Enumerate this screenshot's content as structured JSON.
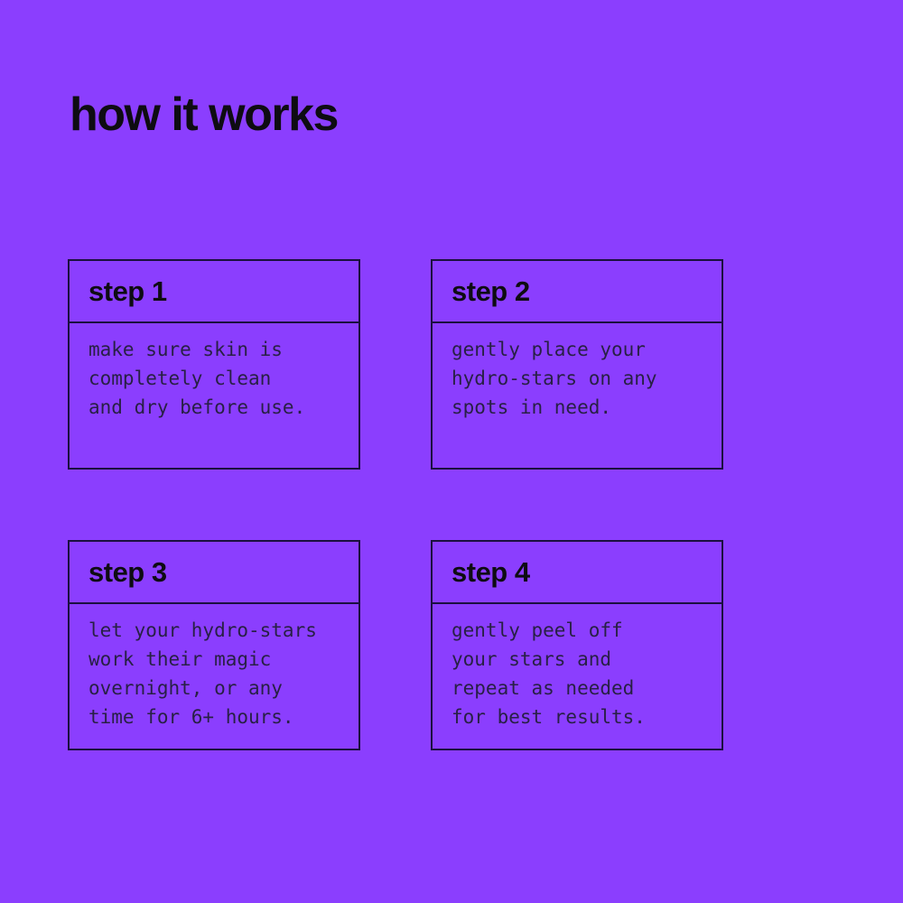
{
  "page": {
    "title": "how it works",
    "background_color": "#8B3EFE",
    "border_color": "#1b1040",
    "title_color": "#0e0c12",
    "body_text_color": "#282045"
  },
  "steps": [
    {
      "label": "step 1",
      "body": "make sure skin is\ncompletely clean\nand dry before use."
    },
    {
      "label": "step 2",
      "body": "gently place your\nhydro-stars on any\nspots in need."
    },
    {
      "label": "step 3",
      "body": "let your hydro-stars\nwork their magic\novernight, or any\ntime for 6+ hours."
    },
    {
      "label": "step 4",
      "body": "gently peel off\nyour stars and\nrepeat as needed\nfor best results."
    }
  ]
}
